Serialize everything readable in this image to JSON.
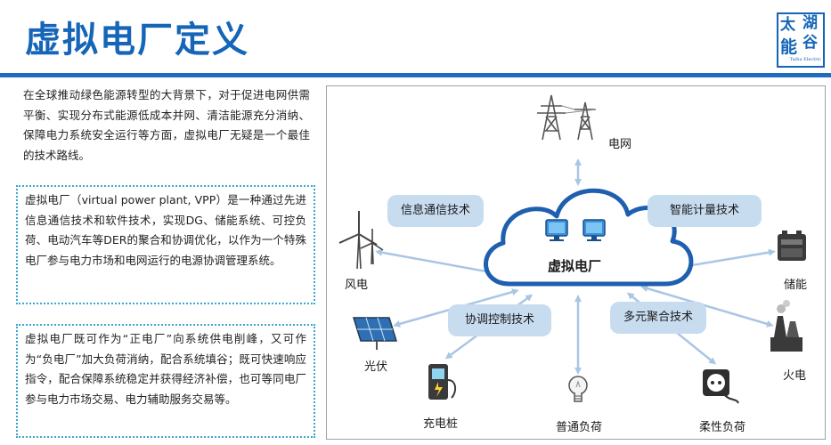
{
  "header": {
    "title": "虚拟电厂定义",
    "logo": {
      "chars": [
        "太",
        "湖",
        "能",
        "谷"
      ],
      "subtitle": "Taihu Electric"
    },
    "rule_color": "#1f6cbf"
  },
  "left": {
    "intro": "在全球推动绿色能源转型的大背景下，对于促进电网供需平衡、实现分布式能源低成本并网、清洁能源充分消纳、保障电力系统安全运行等方面，虚拟电厂无疑是一个最佳的技术路线。",
    "definition": "虚拟电厂（virtual power plant, VPP）是一种通过先进信息通信技术和软件技术，实现DG、储能系统、可控负荷、电动汽车等DER的聚合和协调优化，以作为一个特殊电厂参与电力市场和电网运行的电源协调管理系统。",
    "role": "虚拟电厂既可作为“正电厂”向系统供电削峰，又可作为“负电厂”加大负荷消纳，配合系统填谷；既可快速响应指令，配合保障系统稳定并获得经济补偿，也可等同电厂参与电力市场交易、电力辅助服务交易等。"
  },
  "diagram": {
    "center_label": "虚拟电厂",
    "technologies": {
      "info": "信息通信技术",
      "metering": "智能计量技术",
      "control": "协调控制技术",
      "aggregation": "多元聚合技术"
    },
    "nodes": {
      "grid": "电网",
      "wind": "风电",
      "storage": "储能",
      "pv": "光伏",
      "thermal": "火电",
      "charging": "充电桩",
      "common_load": "普通负荷",
      "flexible_load": "柔性负荷"
    },
    "icons": [
      "transmission-tower-icon",
      "wind-turbine-icon",
      "battery-icon",
      "solar-panel-icon",
      "power-plant-icon",
      "charging-station-icon",
      "light-bulb-icon",
      "power-socket-icon",
      "monitor-icon"
    ],
    "colors": {
      "accent": "#1565b8",
      "tech_box": "#c8dcf0",
      "arrow": "#a9c6e4",
      "cloud_border": "#1f5fb0"
    }
  }
}
